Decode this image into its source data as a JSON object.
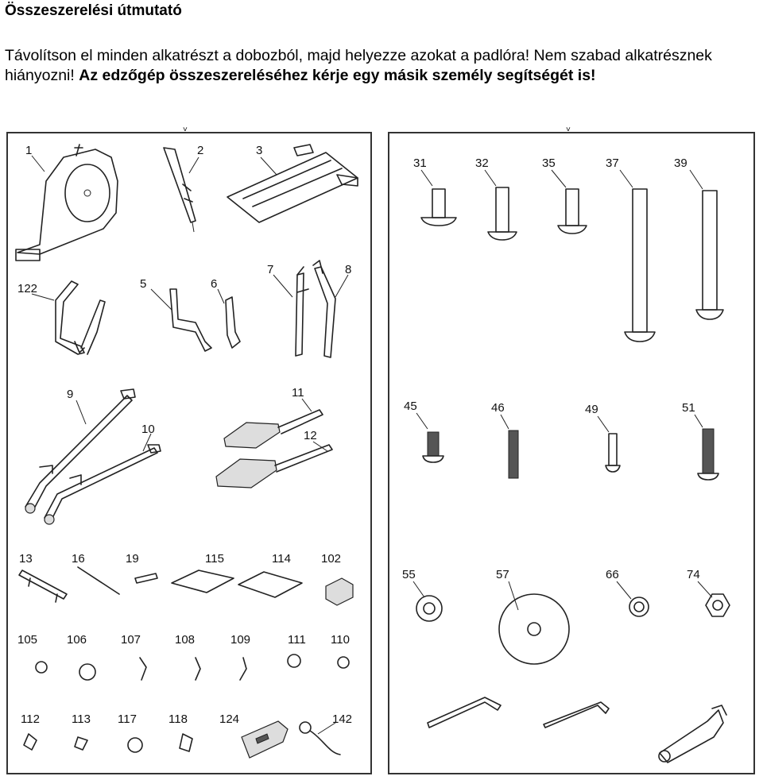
{
  "title": "Összeszerelési útmutató",
  "intro": {
    "normal": "Távolítson el minden alkatrészt a dobozból, majd helyezze azokat a padlóra! Nem szabad alkatrésznek hiányozni! ",
    "bold": "Az edzőgép összeszereléséhez kérje egy másik személy segítségét is!"
  },
  "left_panel": {
    "labels": [
      "1",
      "2",
      "3",
      "122",
      "5",
      "6",
      "7",
      "8",
      "9",
      "10",
      "11",
      "12",
      "13",
      "16",
      "19",
      "115",
      "114",
      "102",
      "105",
      "106",
      "107",
      "108",
      "109",
      "111",
      "110",
      "112",
      "113",
      "117",
      "118",
      "124",
      "142"
    ]
  },
  "right_panel": {
    "labels": [
      "31",
      "32",
      "35",
      "37",
      "39",
      "45",
      "46",
      "49",
      "51",
      "55",
      "57",
      "66",
      "74"
    ]
  }
}
